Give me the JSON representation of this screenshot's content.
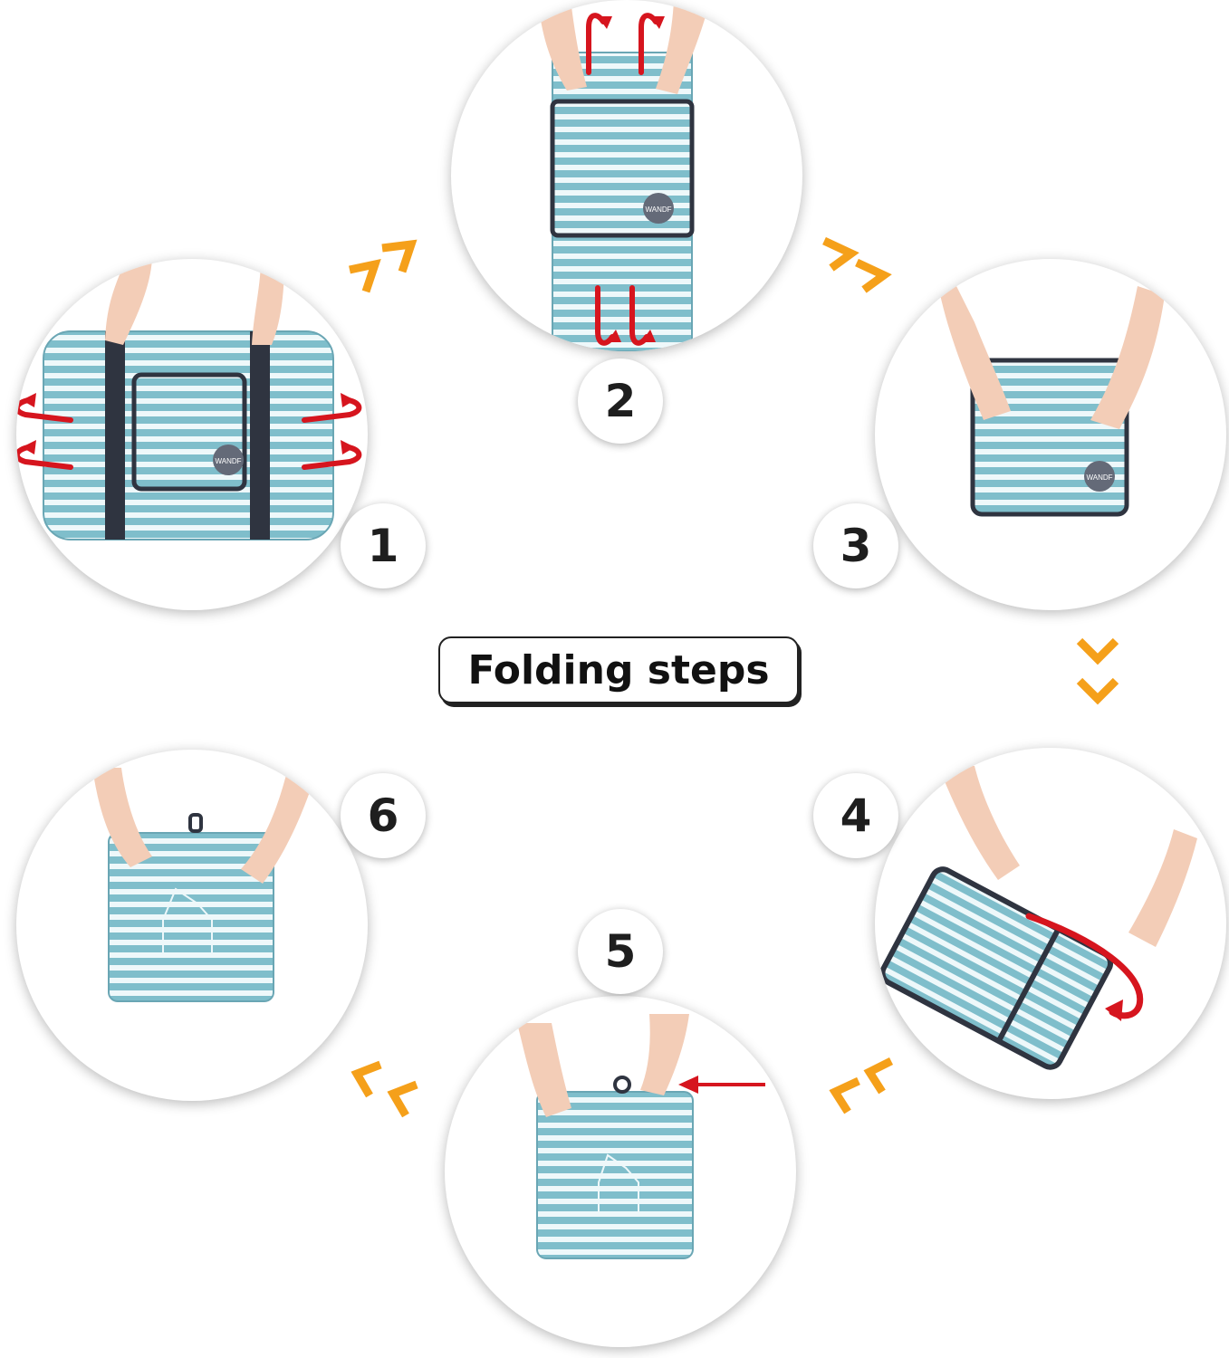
{
  "title": "Folding steps",
  "steps": [
    {
      "number": "1",
      "brand": "WANDF"
    },
    {
      "number": "2",
      "brand": "WANDF"
    },
    {
      "number": "3",
      "brand": "WANDF"
    },
    {
      "number": "4"
    },
    {
      "number": "5"
    },
    {
      "number": "6"
    }
  ],
  "colors": {
    "bag": "#7fbecb",
    "stripe": "#eef8fa",
    "trim": "#2f3440",
    "arrow_red": "#d6151e",
    "chevron_orange": "#f5a01a",
    "badge_text": "#1e1e1e"
  },
  "icons": [
    "rotate-arrow-icon",
    "chevron-arrow-icon",
    "hand-icon"
  ]
}
